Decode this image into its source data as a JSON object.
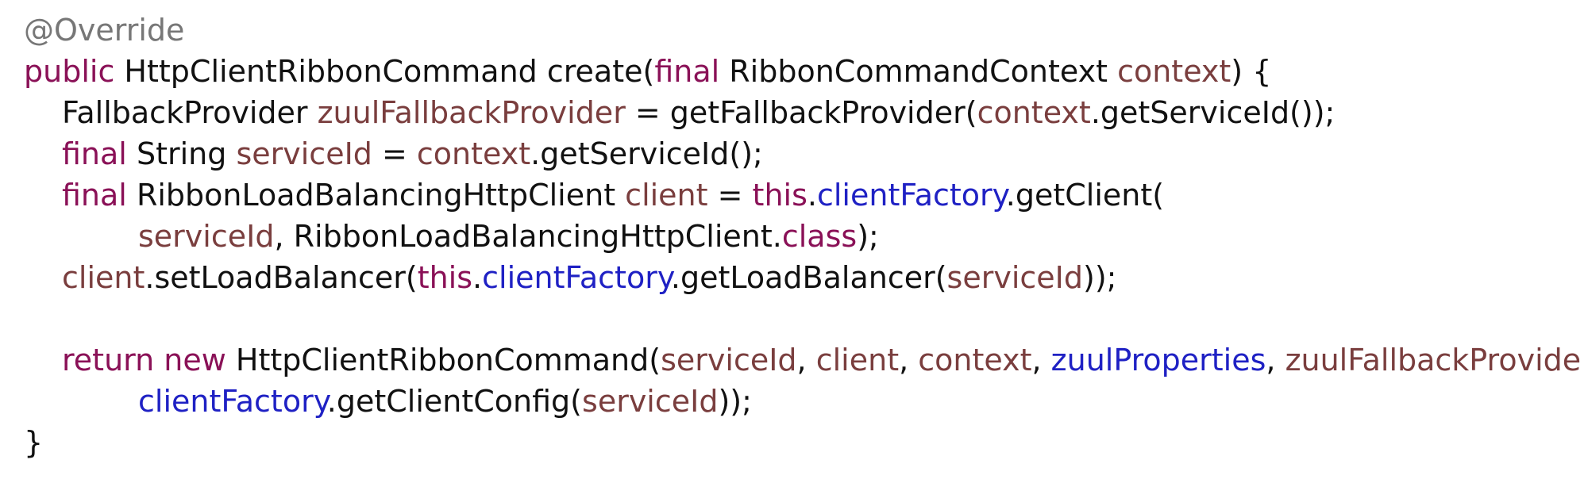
{
  "colors": {
    "annotation": "#777777",
    "keyword": "#8a1157",
    "variable": "#7a3e3e",
    "field": "#1f21c4",
    "plain": "#111111"
  },
  "code": {
    "lines": [
      {
        "indent": 0,
        "tokens": [
          {
            "t": "@Override",
            "c": "annotation"
          }
        ]
      },
      {
        "indent": 0,
        "tokens": [
          {
            "t": "public ",
            "c": "keyword"
          },
          {
            "t": "HttpClientRibbonCommand create(",
            "c": "plain"
          },
          {
            "t": "final ",
            "c": "keyword"
          },
          {
            "t": "RibbonCommandContext ",
            "c": "plain"
          },
          {
            "t": "context",
            "c": "variable"
          },
          {
            "t": ") {",
            "c": "plain"
          }
        ]
      },
      {
        "indent": 1,
        "tokens": [
          {
            "t": "FallbackProvider ",
            "c": "plain"
          },
          {
            "t": "zuulFallbackProvider",
            "c": "variable"
          },
          {
            "t": " = getFallbackProvider(",
            "c": "plain"
          },
          {
            "t": "context",
            "c": "variable"
          },
          {
            "t": ".getServiceId());",
            "c": "plain"
          }
        ]
      },
      {
        "indent": 1,
        "tokens": [
          {
            "t": "final ",
            "c": "keyword"
          },
          {
            "t": "String ",
            "c": "plain"
          },
          {
            "t": "serviceId",
            "c": "variable"
          },
          {
            "t": " = ",
            "c": "plain"
          },
          {
            "t": "context",
            "c": "variable"
          },
          {
            "t": ".getServiceId();",
            "c": "plain"
          }
        ]
      },
      {
        "indent": 1,
        "tokens": [
          {
            "t": "final ",
            "c": "keyword"
          },
          {
            "t": "RibbonLoadBalancingHttpClient ",
            "c": "plain"
          },
          {
            "t": "client",
            "c": "variable"
          },
          {
            "t": " = ",
            "c": "plain"
          },
          {
            "t": "this",
            "c": "keyword"
          },
          {
            "t": ".",
            "c": "plain"
          },
          {
            "t": "clientFactory",
            "c": "field"
          },
          {
            "t": ".getClient(",
            "c": "plain"
          }
        ]
      },
      {
        "indent": 2,
        "tokens": [
          {
            "t": "serviceId",
            "c": "variable"
          },
          {
            "t": ", RibbonLoadBalancingHttpClient.",
            "c": "plain"
          },
          {
            "t": "class",
            "c": "keyword"
          },
          {
            "t": ");",
            "c": "plain"
          }
        ]
      },
      {
        "indent": 1,
        "tokens": [
          {
            "t": "client",
            "c": "variable"
          },
          {
            "t": ".setLoadBalancer(",
            "c": "plain"
          },
          {
            "t": "this",
            "c": "keyword"
          },
          {
            "t": ".",
            "c": "plain"
          },
          {
            "t": "clientFactory",
            "c": "field"
          },
          {
            "t": ".getLoadBalancer(",
            "c": "plain"
          },
          {
            "t": "serviceId",
            "c": "variable"
          },
          {
            "t": "));",
            "c": "plain"
          }
        ]
      },
      {
        "indent": 0,
        "tokens": []
      },
      {
        "indent": 1,
        "tokens": [
          {
            "t": "return ",
            "c": "keyword"
          },
          {
            "t": "new ",
            "c": "keyword"
          },
          {
            "t": "HttpClientRibbonCommand(",
            "c": "plain"
          },
          {
            "t": "serviceId",
            "c": "variable"
          },
          {
            "t": ", ",
            "c": "plain"
          },
          {
            "t": "client",
            "c": "variable"
          },
          {
            "t": ", ",
            "c": "plain"
          },
          {
            "t": "context",
            "c": "variable"
          },
          {
            "t": ", ",
            "c": "plain"
          },
          {
            "t": "zuulProperties",
            "c": "field"
          },
          {
            "t": ", ",
            "c": "plain"
          },
          {
            "t": "zuulFallbackProvide",
            "c": "variable"
          }
        ]
      },
      {
        "indent": 2,
        "tokens": [
          {
            "t": "clientFactory",
            "c": "field"
          },
          {
            "t": ".getClientConfig(",
            "c": "plain"
          },
          {
            "t": "serviceId",
            "c": "variable"
          },
          {
            "t": "));",
            "c": "plain"
          }
        ]
      },
      {
        "indent": 0,
        "tokens": [
          {
            "t": "}",
            "c": "plain"
          }
        ]
      }
    ]
  }
}
